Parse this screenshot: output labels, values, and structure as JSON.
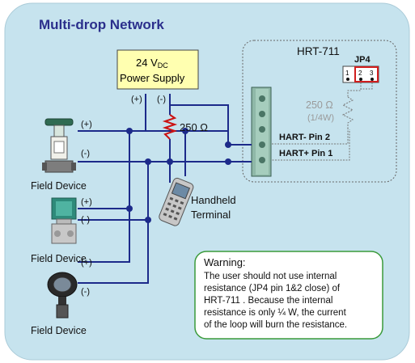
{
  "title": "Multi-drop Network",
  "power_supply": {
    "voltage_main": "24 V",
    "voltage_sub": "DC",
    "label": "Power Supply",
    "plus": "(+)",
    "minus": "(-)"
  },
  "resistor": {
    "value": "250 Ω"
  },
  "module": {
    "name": "HRT-711",
    "jumper_label": "JP4",
    "jumper_pins": [
      "1",
      "2",
      "3"
    ],
    "internal_resistor_value": "250 Ω",
    "internal_resistor_rating": "(1/4W)",
    "hart_minus": "HART-  Pin 2",
    "hart_plus": "HART+  Pin 1"
  },
  "handheld": {
    "line1": "Handheld",
    "line2": "Terminal"
  },
  "field_devices": [
    {
      "label": "Field Device",
      "plus": "(+)",
      "minus": "(-)"
    },
    {
      "label": "Field Device",
      "plus": "(+)",
      "minus": "(-)"
    },
    {
      "label": "Field Device",
      "plus": "(+)",
      "minus": "(-)"
    }
  ],
  "warning": {
    "heading": "Warning:",
    "lines": [
      "The user should not use internal",
      "resistance (JP4 pin 1&2 close) of",
      "HRT-711 .  Because the internal",
      "resistance is only ¼ W, the current",
      "of the loop will burn the resistance."
    ]
  },
  "colors": {
    "panel": "#c6e3ee",
    "wire": "#1c2a8a",
    "node": "#1c2a8a",
    "resistor": "#cc1111",
    "power_box": "#ffffb0",
    "warning_border": "#3a9a3a",
    "jumper_highlight": "#d01e1e"
  }
}
